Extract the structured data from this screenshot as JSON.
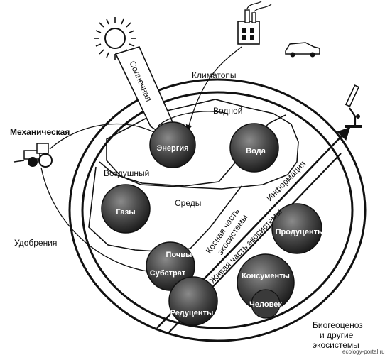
{
  "labels": {
    "solar": "Солнечная",
    "climatopes": "Климатопы",
    "water_env": "Водной",
    "mechanical": "Механическая",
    "air_env": "Воздушный",
    "environments": "Среды",
    "fertilizers": "Удобрения",
    "inert_part_line1": "Косная часть",
    "inert_part_line2": "экосистемы",
    "information": "Информация",
    "living_part": "Живая часть экосистемы",
    "biogeocenosis_line1": "Биогеоценоз",
    "biogeocenosis_line2": "и другие",
    "biogeocenosis_line3": "экосистемы",
    "watermark": "ecology-portal.ru"
  },
  "nodes": {
    "energy": "Энергия",
    "water": "Вода",
    "gases": "Газы",
    "soils": "Почвы",
    "substrate": "Субстрат",
    "reducers": "Редуценты",
    "producers": "Продуценты",
    "consumers": "Консументы",
    "human": "Человек"
  },
  "icons": [
    "sun-icon",
    "factory-icon",
    "car-icon",
    "tractor-icon",
    "microscope-icon"
  ]
}
